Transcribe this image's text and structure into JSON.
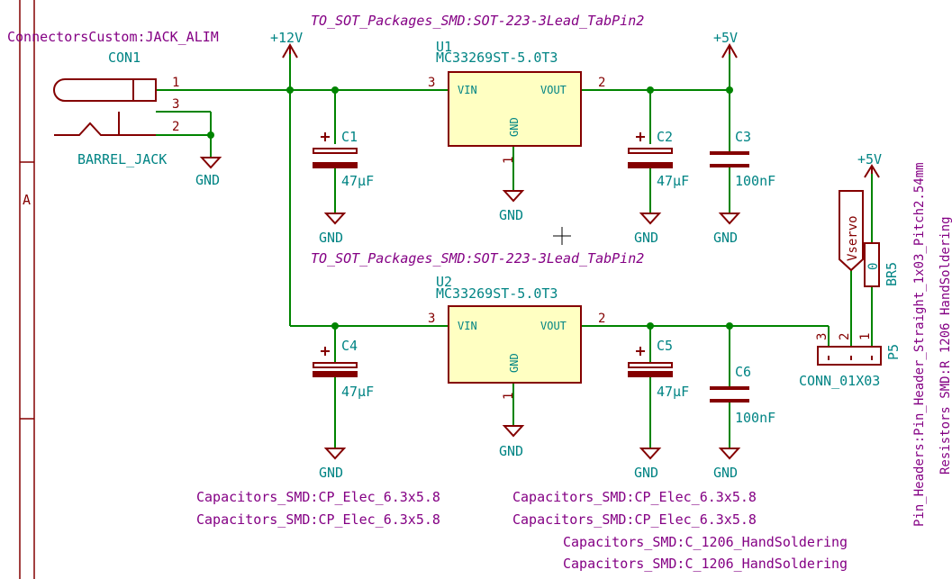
{
  "sheet": {
    "zone_label": "A"
  },
  "footprints": {
    "jack": "ConnectorsCustom:JACK_ALIM",
    "u1": "TO_SOT_Packages_SMD:SOT-223-3Lead_TabPin2",
    "u2": "TO_SOT_Packages_SMD:SOT-223-3Lead_TabPin2",
    "c1": "Capacitors_SMD:CP_Elec_6.3x5.8",
    "c4": "Capacitors_SMD:CP_Elec_6.3x5.8",
    "c2": "Capacitors_SMD:CP_Elec_6.3x5.8",
    "c5": "Capacitors_SMD:CP_Elec_6.3x5.8",
    "c3": "Capacitors_SMD:C_1206_HandSoldering",
    "c6": "Capacitors_SMD:C_1206_HandSoldering",
    "p5": "Pin_Headers:Pin_Header_Straight_1x03_Pitch2.54mm",
    "br5": "Resistors_SMD:R_1206_HandSoldering"
  },
  "components": {
    "con1": {
      "ref": "CON1",
      "value": "BARREL_JACK",
      "pins": [
        "1",
        "3",
        "2"
      ]
    },
    "u1": {
      "ref": "U1",
      "value": "MC33269ST-5.0T3",
      "pin_vin": "VIN",
      "pin_vout": "VOUT",
      "pin_gnd": "GND",
      "pin_in": "3",
      "pin_out": "2",
      "pin_ground": "1"
    },
    "u2": {
      "ref": "U2",
      "value": "MC33269ST-5.0T3",
      "pin_vin": "VIN",
      "pin_vout": "VOUT",
      "pin_gnd": "GND",
      "pin_in": "3",
      "pin_out": "2",
      "pin_ground": "1"
    },
    "c1": {
      "ref": "C1",
      "value": "47µF"
    },
    "c2": {
      "ref": "C2",
      "value": "47µF"
    },
    "c3": {
      "ref": "C3",
      "value": "100nF"
    },
    "c4": {
      "ref": "C4",
      "value": "47µF"
    },
    "c5": {
      "ref": "C5",
      "value": "47µF"
    },
    "c6": {
      "ref": "C6",
      "value": "100nF"
    },
    "p5": {
      "ref": "P5",
      "value": "CONN_01X03",
      "pins": [
        "3",
        "2",
        "1"
      ]
    },
    "br5": {
      "ref": "BR5",
      "value": "0"
    }
  },
  "power": {
    "v12": "+12V",
    "v5a": "+5V",
    "v5b": "+5V",
    "gnd": "GND"
  },
  "labels": {
    "vservo": "Vservo"
  },
  "colors": {
    "wire": "#008400",
    "component": "#840000",
    "ic_fill": "#ffffc2",
    "text_teal": "#008484",
    "text_purple": "#840084"
  }
}
